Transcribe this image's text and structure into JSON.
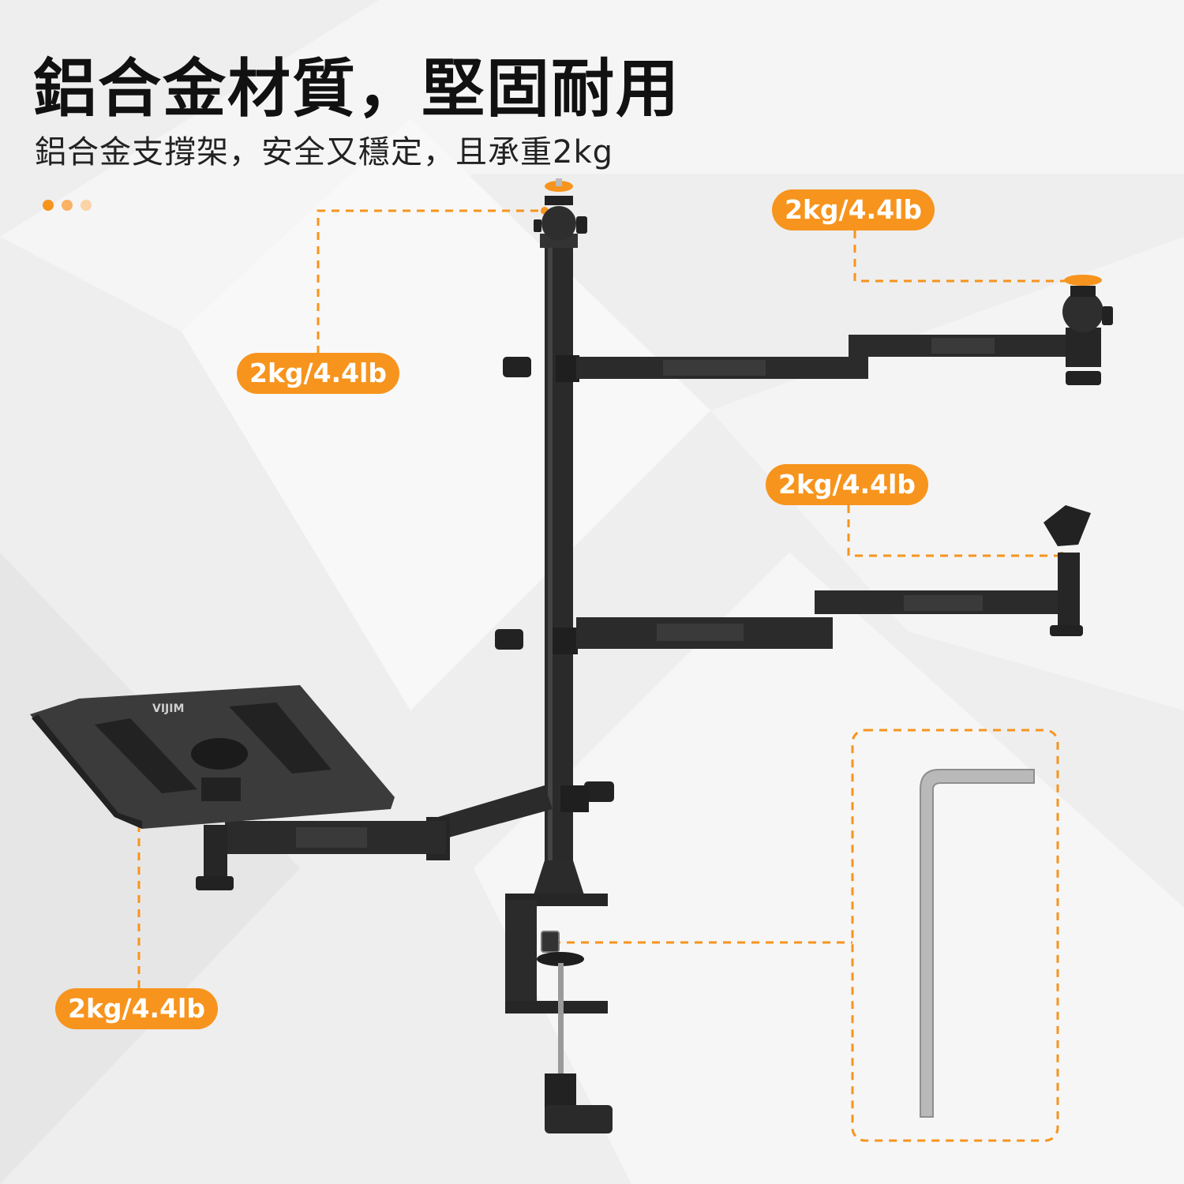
{
  "headline": "鋁合金材質，堅固耐用",
  "subheadline": "鋁合金支撐架，安全又穩定，且承重2kg",
  "load_labels": {
    "top_pole": "2kg/4.4lb",
    "camera_arm": "2kg/4.4lb",
    "mic_arm": "2kg/4.4lb",
    "laptop_tray": "2kg/4.4lb"
  },
  "tray_logo": "VIJIM",
  "colors": {
    "accent": "#f7941d",
    "accent_light": "#f9c38a",
    "metal": "#2b2b2b",
    "background": "#eeeeee"
  },
  "carousel_dots": 3
}
